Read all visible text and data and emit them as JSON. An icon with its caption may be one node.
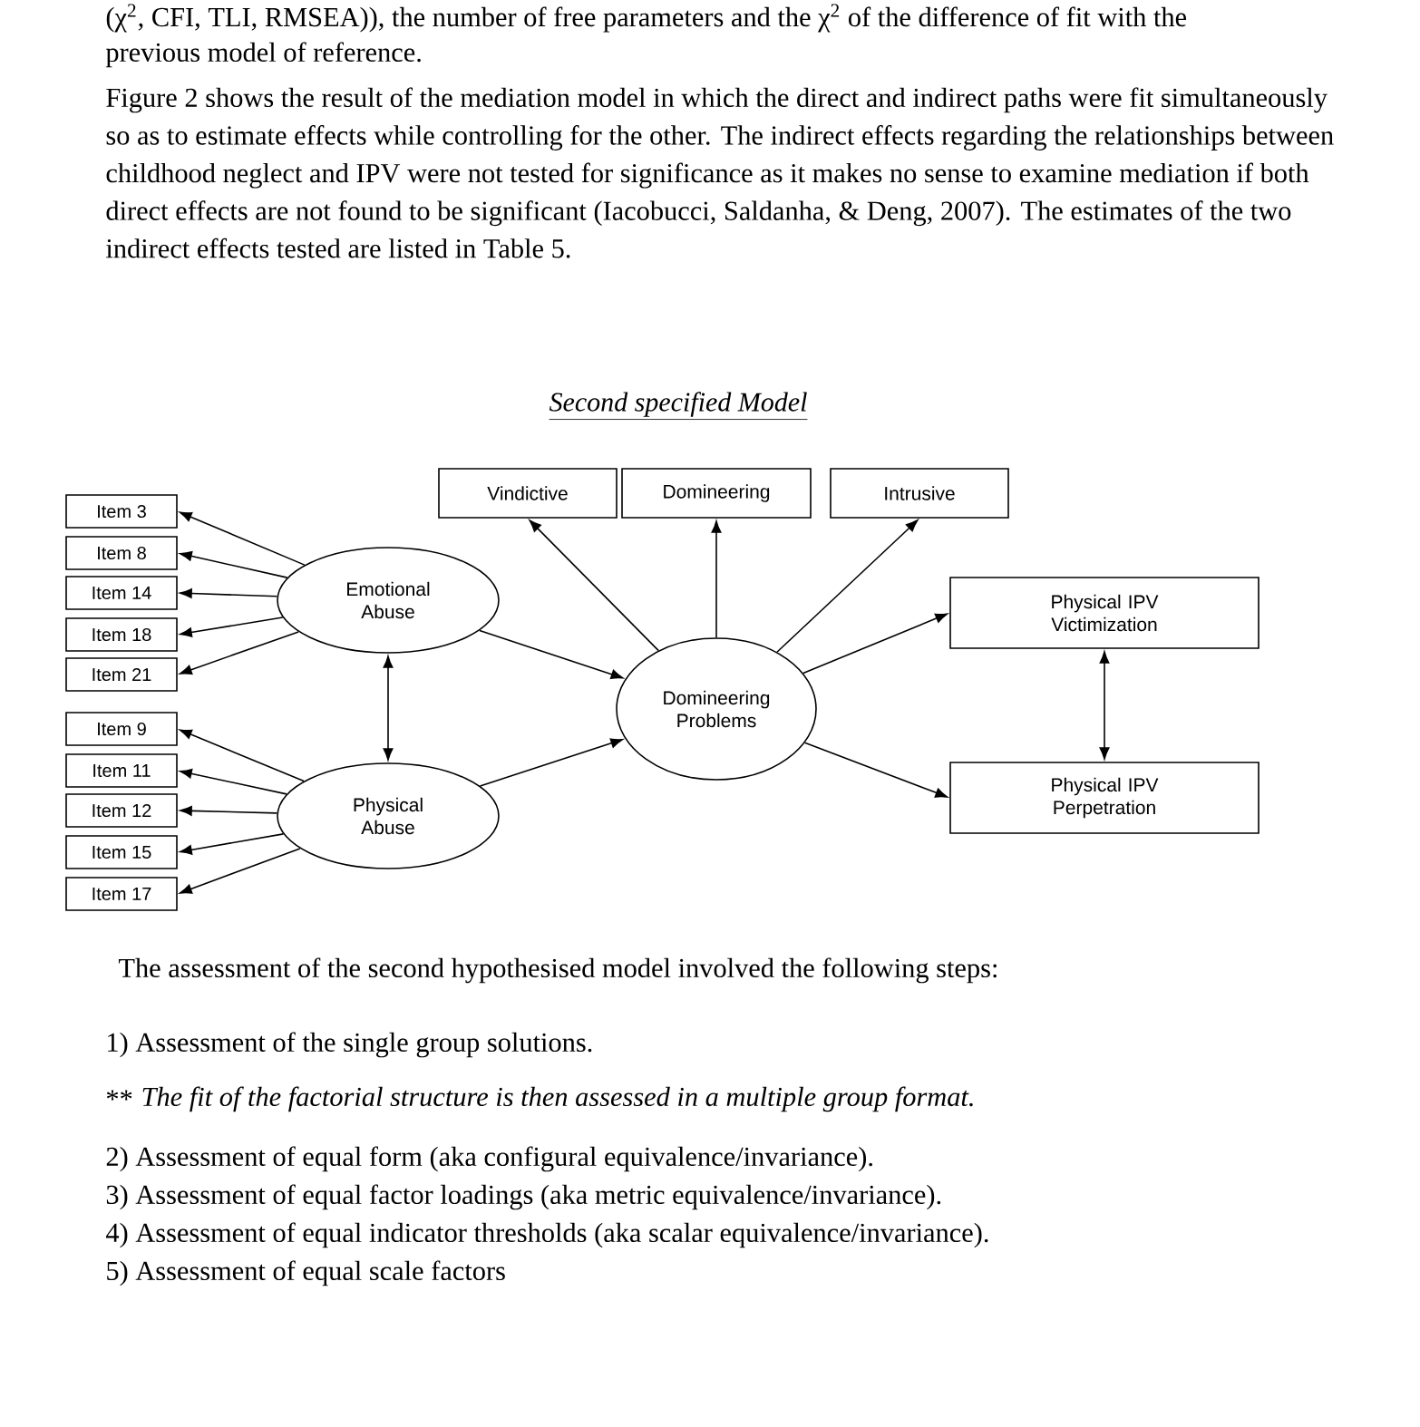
{
  "diagram": {
    "title": "Second specified Model",
    "nodes": [
      {
        "text": [
          "Item  3"
        ]
      },
      {
        "text": [
          "Item  8"
        ]
      },
      {
        "text": [
          "Item 14"
        ]
      },
      {
        "text": [
          "Item 18"
        ]
      },
      {
        "text": [
          "Item 21"
        ]
      },
      {
        "text": [
          "Item  9"
        ]
      },
      {
        "text": [
          "Item  11"
        ]
      },
      {
        "text": [
          "Item 12"
        ]
      },
      {
        "text": [
          "Item 15"
        ]
      },
      {
        "text": [
          "Item 17"
        ]
      },
      {
        "text": [
          "Emotional Abuse"
        ]
      },
      {
        "text": [
          "Physical Abuse"
        ]
      },
      {
        "text": [
          "Vindictive"
        ]
      },
      {
        "text": [
          "Domineering"
        ]
      },
      {
        "text": [
          "Intrusive"
        ]
      },
      {
        "text": [
          "Domineering Problems"
        ]
      },
      {
        "text": [
          "Physical IPV Victimization"
        ]
      },
      {
        "text": [
          "Physical IPV Perpetration"
        ]
      }
    ],
    "edges": [
      {
        "from": 10,
        "to": 0,
        "arrow": "to"
      },
      {
        "from": 10,
        "to": 1,
        "arrow": "to"
      },
      {
        "from": 10,
        "to": 2,
        "arrow": "to"
      },
      {
        "from": 10,
        "to": 3,
        "arrow": "to"
      },
      {
        "from": 10,
        "to": 4,
        "arrow": "to"
      },
      {
        "from": 11,
        "to": 5,
        "arrow": "to"
      },
      {
        "from": 11,
        "to": 6,
        "arrow": "to"
      },
      {
        "from": 11,
        "to": 7,
        "arrow": "to"
      },
      {
        "from": 11,
        "to": 8,
        "arrow": "to"
      },
      {
        "from": 11,
        "to": 9,
        "arrow": "to"
      },
      {
        "from": 10,
        "to": 11,
        "arrow": "both"
      },
      {
        "from": 10,
        "to": 15,
        "arrow": "to"
      },
      {
        "from": 11,
        "to": 15,
        "arrow": "to"
      },
      {
        "from": 15,
        "to": 12,
        "arrow": "to"
      },
      {
        "from": 15,
        "to": 13,
        "arrow": "to"
      },
      {
        "from": 15,
        "to": 14,
        "arrow": "to"
      },
      {
        "from": 15,
        "to": 16,
        "arrow": "to"
      },
      {
        "from": 15,
        "to": 17,
        "arrow": "to"
      },
      {
        "from": 16,
        "to": 17,
        "arrow": "both"
      }
    ],
    "labels": [
      "(χ$^{2}$, CFI, TLI, RMSEA)), the number of free parameters and the χ$^{2}$ of the difference of fit with the",
      "previous model of reference.",
      "Figure 2 shows the result of the mediation model in which the direct and indirect paths were fit simultaneously so as to estimate effects while controlling for the other.  The indirect effects regarding the relationships between childhood neglect and IPV were not tested for significance as it makes no sense to examine mediation if both direct effects are not found to be significant (Iacobucci, Saldanha, & Deng, 2007).  The estimates of the two indirect effects tested are listed in Table 5.",
      "The assessment of the second hypothesised model involved the following steps:",
      "1) Assessment of the single group solutions.",
      "**",
      "The fit of the factorial structure is then assessed in a multiple group format.",
      "2) Assessment of equal form (aka configural equivalence/invariance).",
      "3) Assessment of equal factor loadings (aka metric equivalence/invariance).",
      "4) Assessment of equal indicator thresholds (aka scalar equivalence/invariance).",
      "5) Assessment of equal scale factors"
    ]
  }
}
